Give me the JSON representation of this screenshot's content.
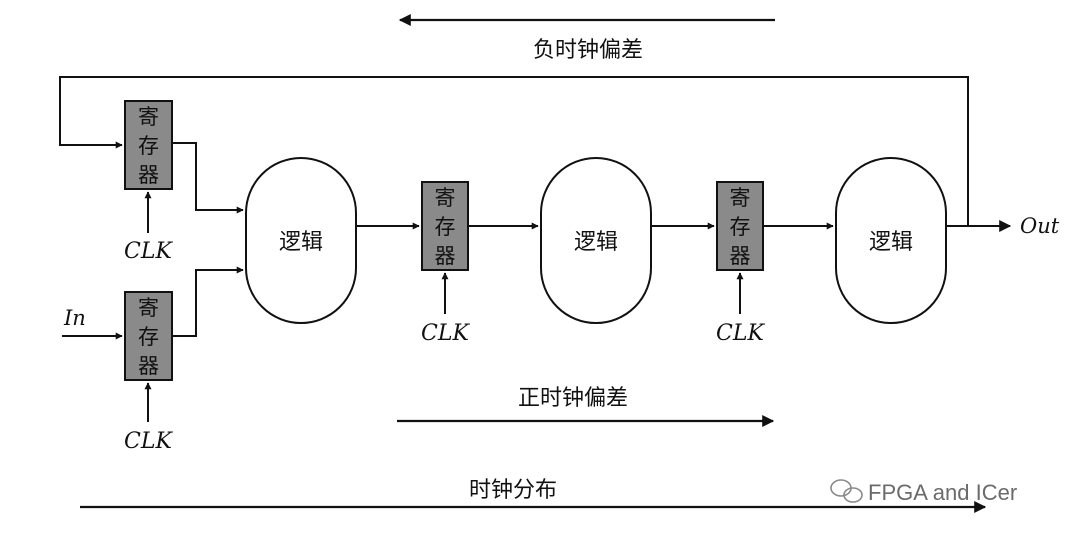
{
  "register_label": [
    "寄",
    "存",
    "器"
  ],
  "logic_label": "逻辑",
  "clk_label": "CLK",
  "input_label": "In",
  "output_label": "Out",
  "negative_skew_label": "负时钟偏差",
  "positive_skew_label": "正时钟偏差",
  "clock_distribution_label": "时钟分布",
  "watermark": {
    "text": "FPGA and ICer",
    "icon": "wechat-icon"
  },
  "colors": {
    "register_fill": "#8a8a8a",
    "line": "#111111"
  }
}
